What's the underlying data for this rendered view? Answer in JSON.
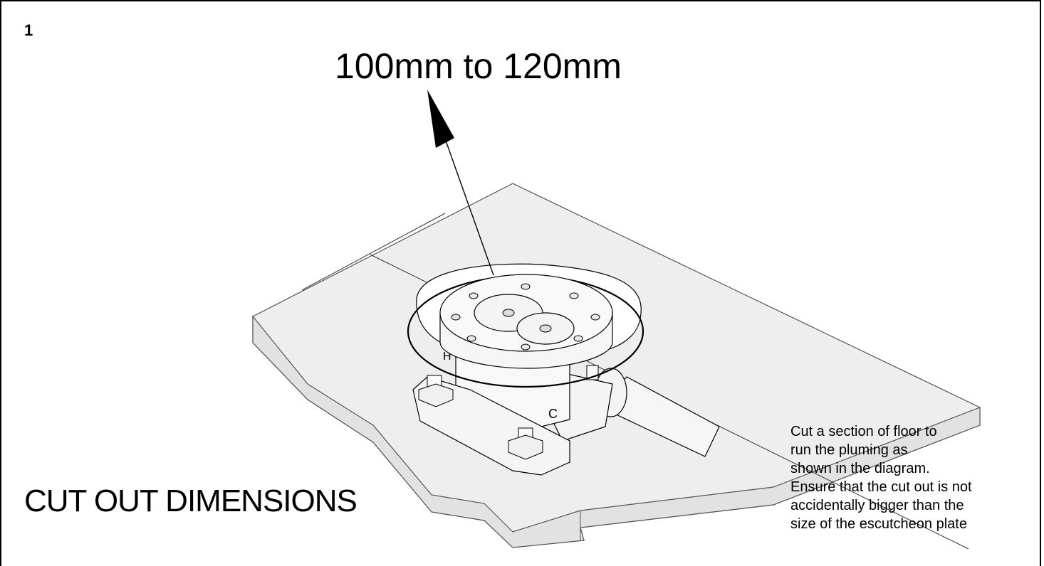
{
  "step": {
    "number": "1"
  },
  "diagram": {
    "dimension_label": "100mm to 120mm",
    "title": "CUT OUT DIMENSIONS",
    "instructions": [
      "Cut a section of floor to",
      "run the pluming as",
      "shown in the diagram.",
      "Ensure that the cut out is not",
      "accidentally bigger than the",
      "size of the escutcheon plate"
    ],
    "body_label_hot": "H",
    "body_label_cold": "C"
  },
  "colors": {
    "floor_fill": "#eeeeee",
    "floor_side": "#e2e2e2",
    "line": "#000000",
    "edge": "#555555"
  }
}
